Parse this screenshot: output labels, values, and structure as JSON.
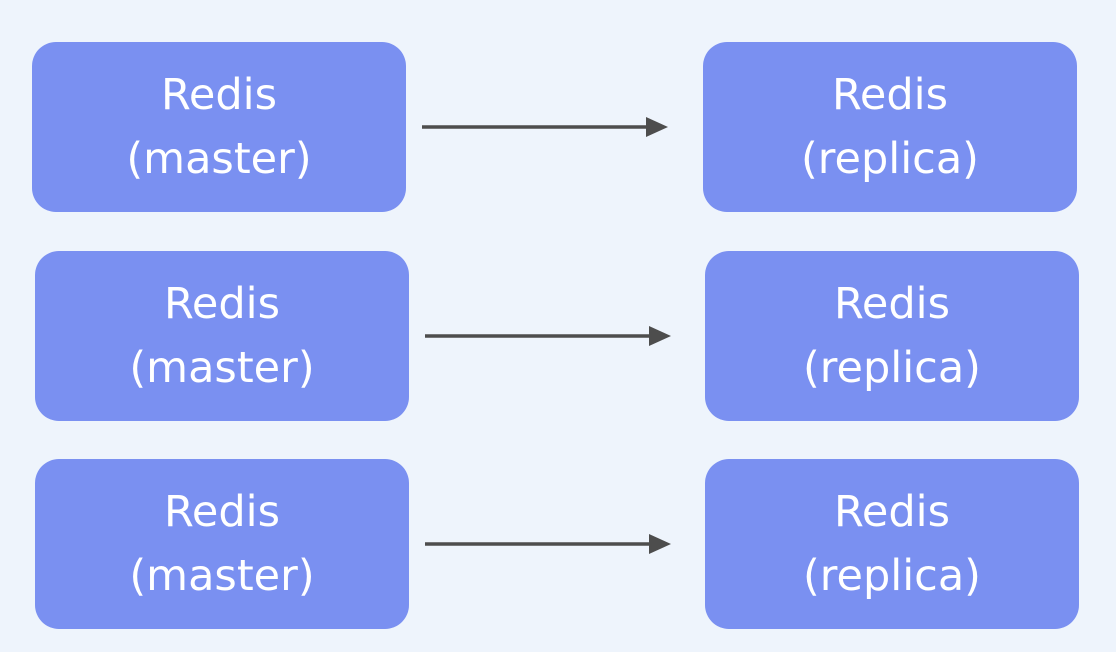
{
  "diagram": {
    "rows": [
      {
        "master": {
          "line1": "Redis",
          "line2": "(master)"
        },
        "replica": {
          "line1": "Redis",
          "line2": "(replica)"
        }
      },
      {
        "master": {
          "line1": "Redis",
          "line2": "(master)"
        },
        "replica": {
          "line1": "Redis",
          "line2": "(replica)"
        }
      },
      {
        "master": {
          "line1": "Redis",
          "line2": "(master)"
        },
        "replica": {
          "line1": "Redis",
          "line2": "(replica)"
        }
      }
    ],
    "colors": {
      "background": "#eef4fc",
      "node_fill": "#7a90f1",
      "node_text": "#ffffff",
      "arrow": "#4d4d4d"
    },
    "icons": {
      "connector": "arrow-right-icon"
    }
  }
}
